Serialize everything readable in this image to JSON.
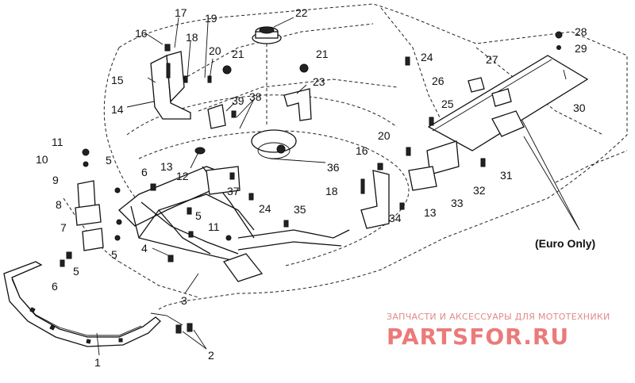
{
  "diagram": {
    "callouts": [
      "1",
      "2",
      "3",
      "4",
      "5",
      "5",
      "5",
      "5",
      "6",
      "6",
      "7",
      "8",
      "9",
      "10",
      "11",
      "11",
      "12",
      "13",
      "13",
      "14",
      "15",
      "16",
      "16",
      "17",
      "18",
      "18",
      "19",
      "20",
      "20",
      "21",
      "21",
      "22",
      "23",
      "24",
      "24",
      "25",
      "26",
      "27",
      "28",
      "29",
      "30",
      "31",
      "32",
      "33",
      "34",
      "35",
      "36",
      "37",
      "38",
      "39"
    ],
    "note": "(Euro Only)"
  },
  "watermark": {
    "tagline": "ЗАПЧАСТИ И АКСЕССУАРЫ ДЛЯ МОТОТЕХНИКИ",
    "brand": "PARTSFOR.RU",
    "color": "#ec7a7a"
  }
}
